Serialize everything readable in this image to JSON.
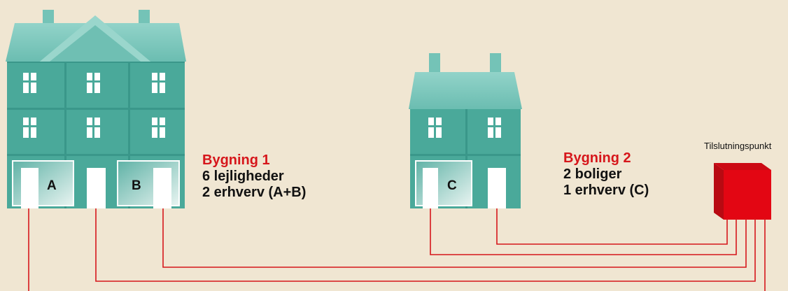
{
  "building1": {
    "title": "Bygning 1",
    "line1": "6 lejligheder",
    "line2": "2 erhverv (A+B)",
    "unit_a": "A",
    "unit_b": "B"
  },
  "building2": {
    "title": "Bygning 2",
    "line1": "2 boliger",
    "line2": "1 erhverv (C)",
    "unit_c": "C"
  },
  "connection_point": {
    "label": "Tilslutningspunkt"
  },
  "colors": {
    "background": "#f0e6d2",
    "facade": "#4aa99a",
    "roof": "#74c3b7",
    "cable": "#d6161b",
    "connection_box": "#e30613",
    "title_text": "#d6161b"
  }
}
